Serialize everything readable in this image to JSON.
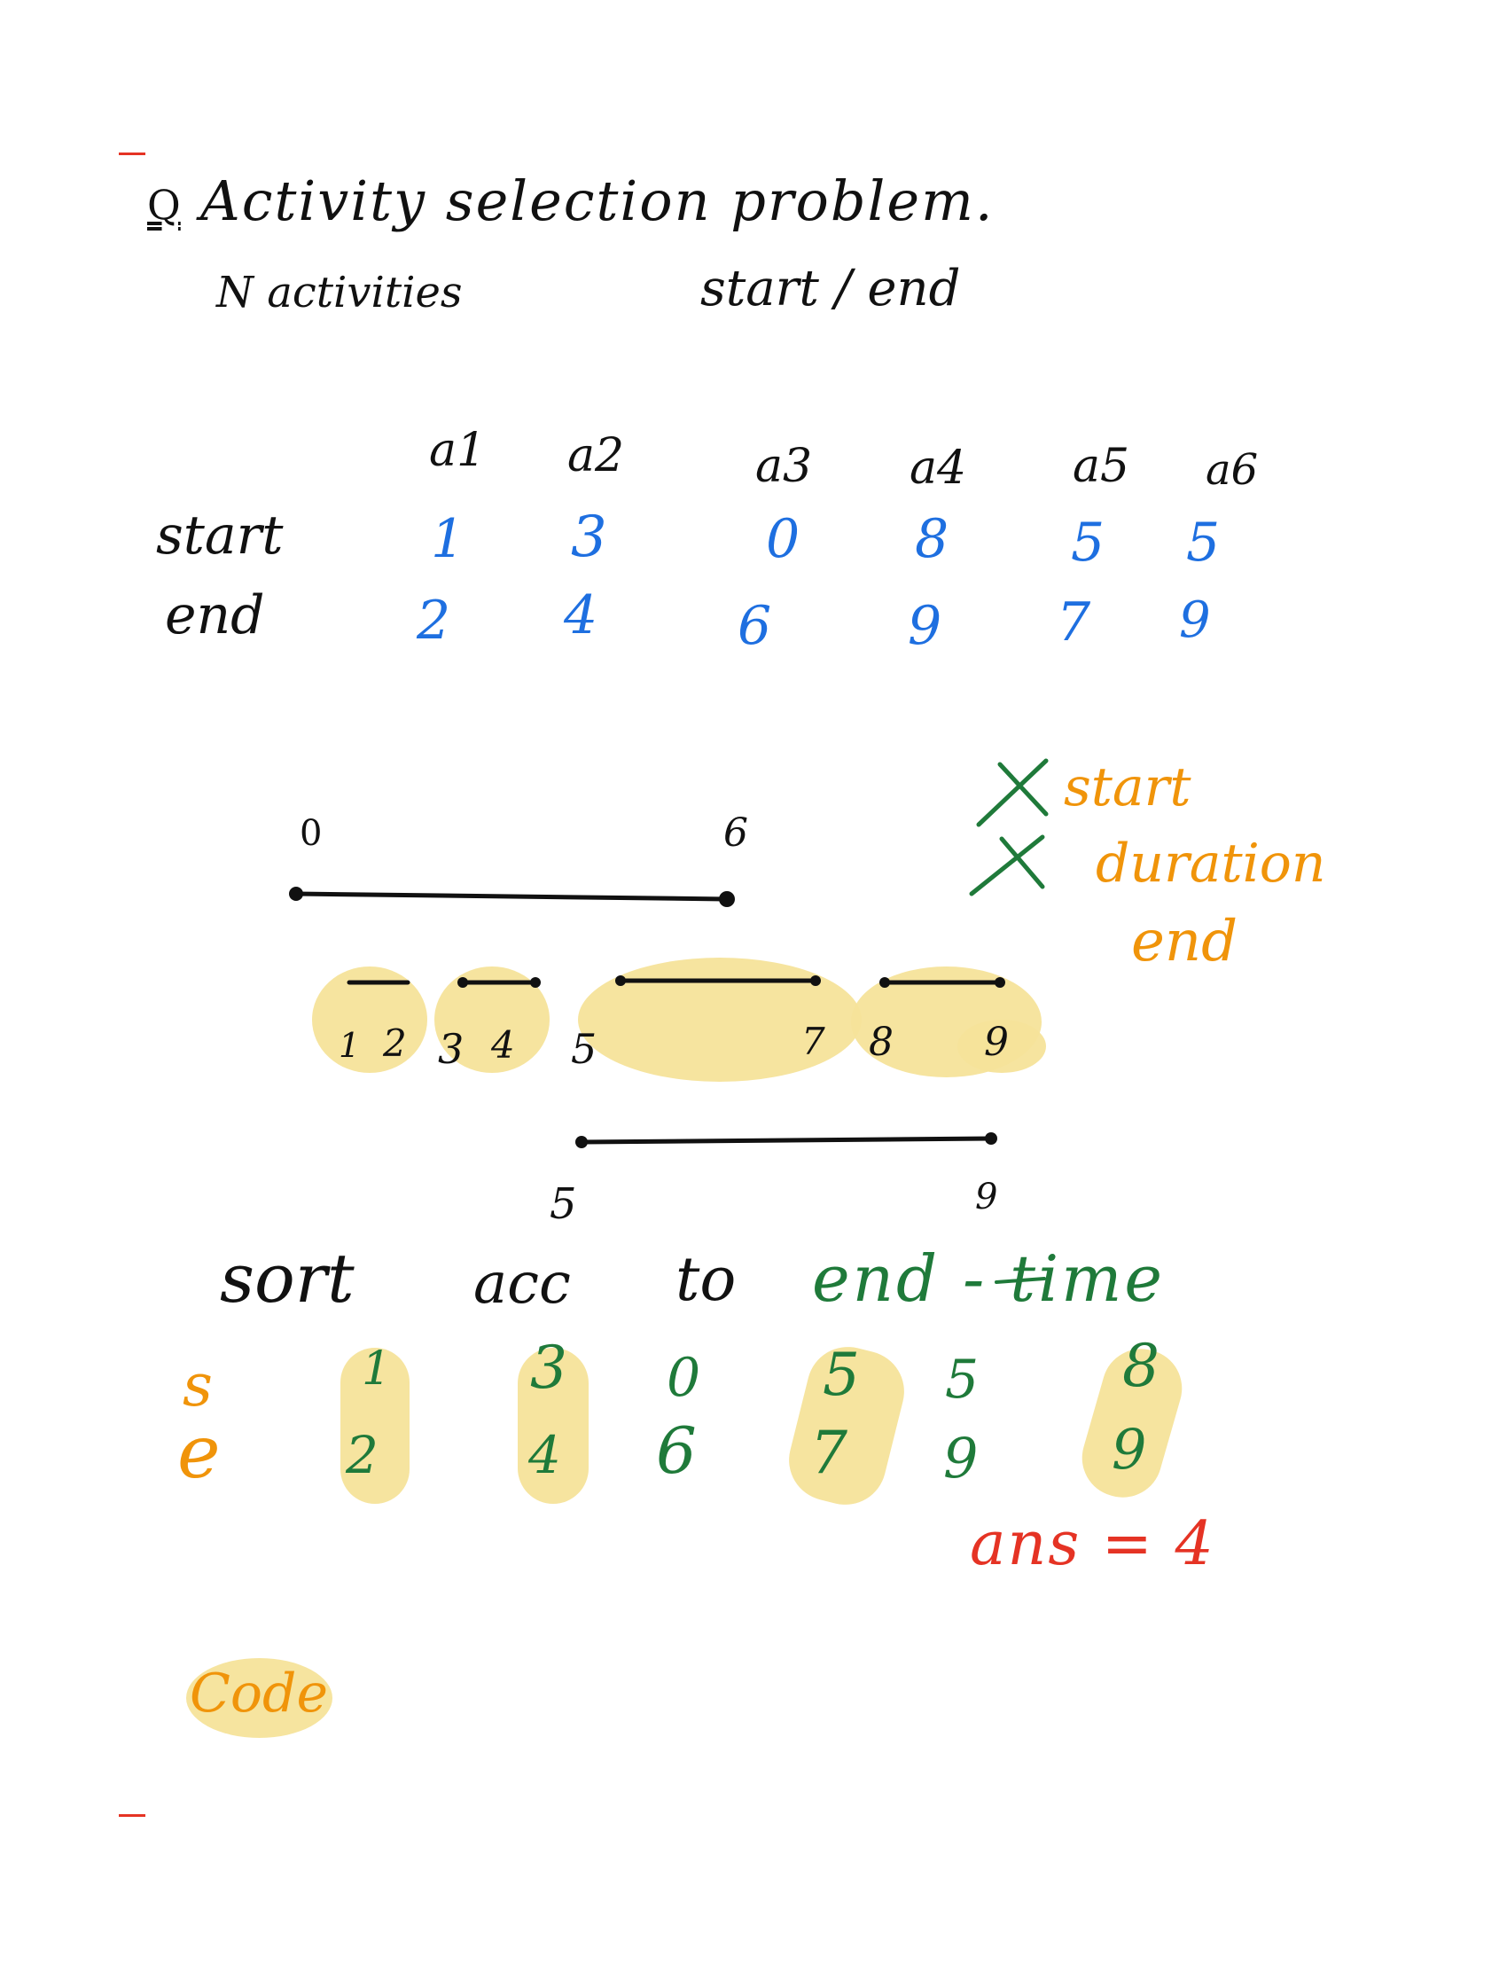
{
  "title": {
    "prefix": "Q",
    "text": "Activity selection problem."
  },
  "subtitle": {
    "left": "N activities",
    "right": "start / end"
  },
  "activities_table": {
    "headers": [
      "a1",
      "a2",
      "a3",
      "a4",
      "a5",
      "a6"
    ],
    "row_labels": {
      "start": "start",
      "end": "end"
    },
    "start": [
      "1",
      "3",
      "0",
      "8",
      "5",
      "5"
    ],
    "end": [
      "2",
      "4",
      "6",
      "9",
      "7",
      "9"
    ]
  },
  "timeline": {
    "top_bar": {
      "start_label": "0",
      "end_label": "6"
    },
    "axis_labels": [
      "1",
      "2",
      "3",
      "4",
      "5",
      "7",
      "8",
      "9"
    ],
    "bottom_bar": {
      "start_label": "5",
      "end_label": "9"
    }
  },
  "criteria": {
    "rejected_mark": "X",
    "items": [
      "start",
      "duration",
      "end"
    ]
  },
  "sort_line": {
    "word1": "sort",
    "word2": "acc",
    "word3": "to",
    "highlight": "end - time"
  },
  "sorted_table": {
    "row_labels": {
      "s": "s",
      "e": "e"
    },
    "start": [
      "1",
      "3",
      "0",
      "5",
      "5",
      "8"
    ],
    "end": [
      "2",
      "4",
      "6",
      "7",
      "9",
      "9"
    ]
  },
  "answer": "ans = 4",
  "code_label": "Code",
  "colors": {
    "ink": "#111111",
    "blue": "#1e6fe0",
    "green": "#1f7a3a",
    "orange": "#f0940a",
    "red": "#e53324",
    "highlight": "#f6e39a"
  }
}
